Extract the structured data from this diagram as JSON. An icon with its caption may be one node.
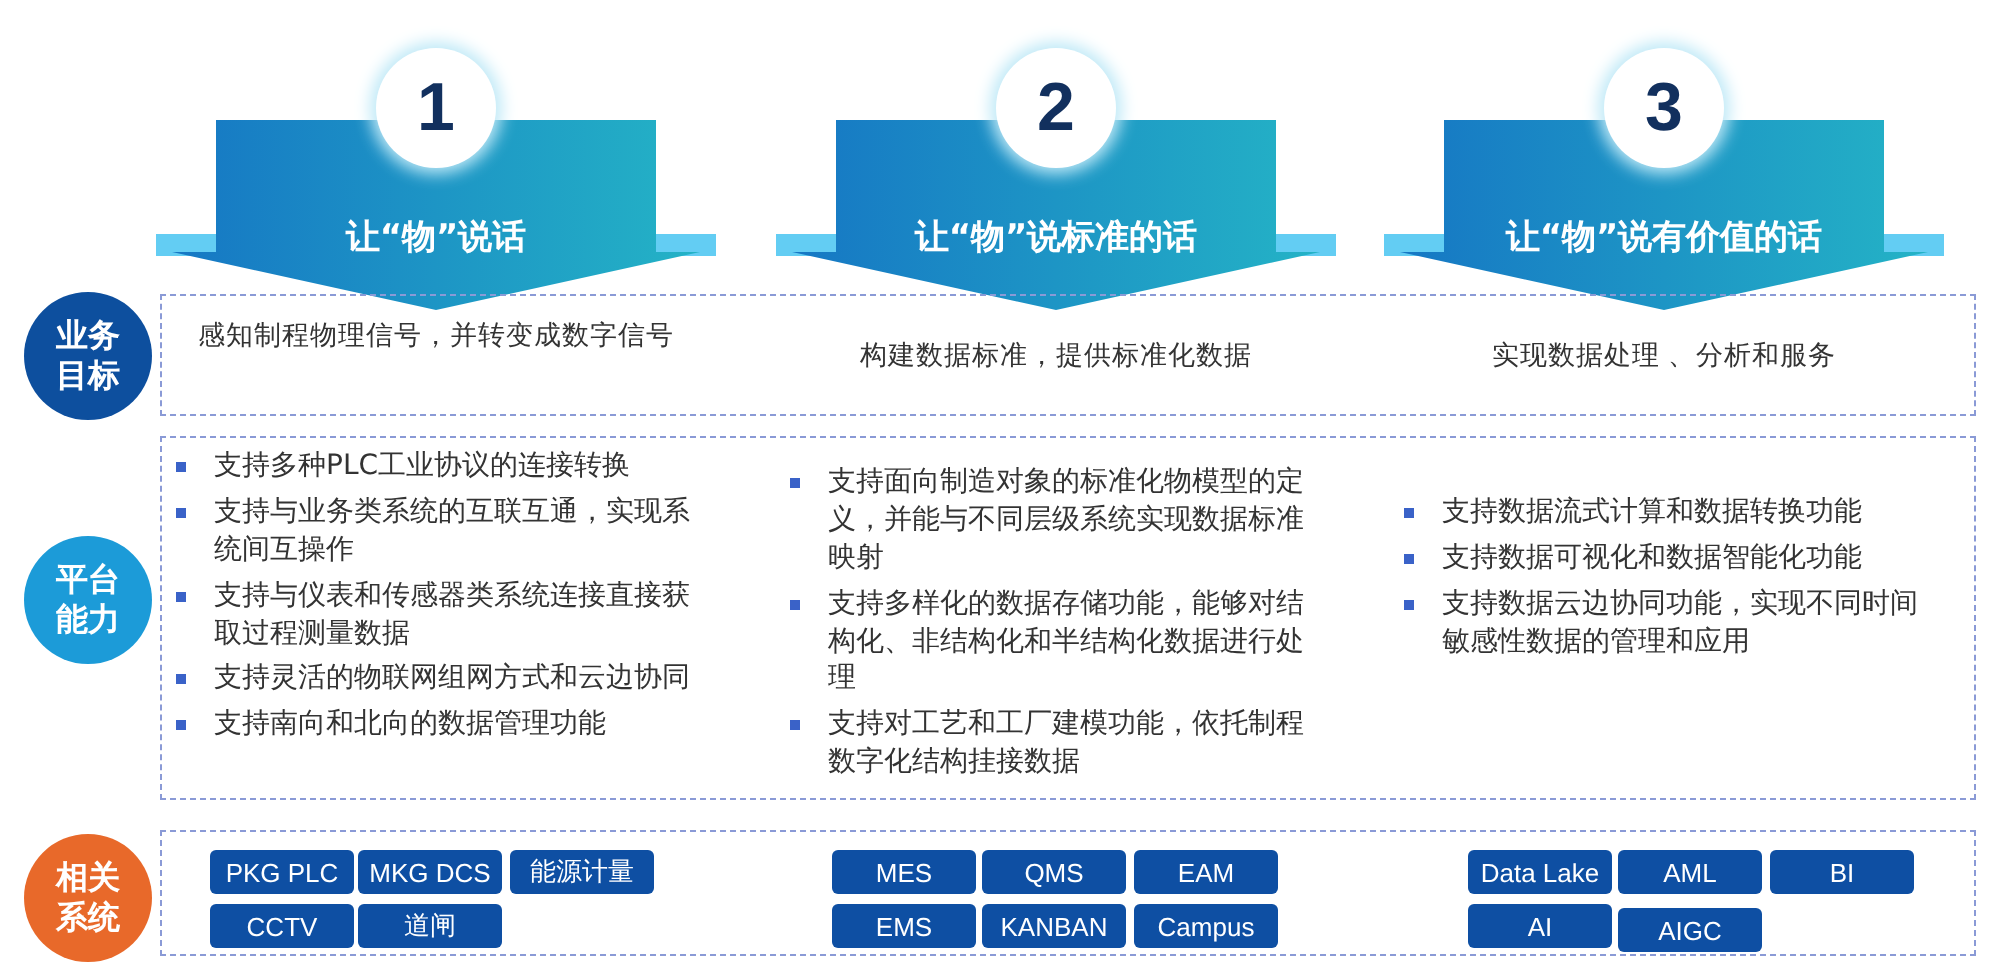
{
  "diagram": {
    "nodes": [
      {
        "text": [
          "让“物”说话"
        ]
      },
      {
        "text": [
          "让“物”说标准的话"
        ]
      },
      {
        "text": [
          "让“物”说有价值的话"
        ]
      },
      {
        "text": [],
        "shape": "box"
      },
      {
        "text": [],
        "shape": "box"
      },
      {
        "text": [],
        "shape": "box"
      },
      {
        "text": [
          "业务目标"
        ]
      },
      {
        "text": [
          "平台能力"
        ]
      },
      {
        "text": [
          "相关系统"
        ]
      },
      {
        "text": [
          "PKG PLC"
        ],
        "in": 5
      },
      {
        "text": [
          "MKG DCS"
        ],
        "in": 5
      },
      {
        "text": [
          "能源计量"
        ],
        "in": 5
      },
      {
        "text": [
          "CCTV"
        ],
        "in": 5
      },
      {
        "text": [
          "道闸"
        ],
        "in": 5
      },
      {
        "text": [
          "MES"
        ],
        "in": 5
      },
      {
        "text": [
          "QMS"
        ],
        "in": 5
      },
      {
        "text": [
          "EAM"
        ],
        "in": 5
      },
      {
        "text": [
          "EMS"
        ],
        "in": 5
      },
      {
        "text": [
          "KANBAN"
        ],
        "in": 5
      },
      {
        "text": [
          "Campus"
        ],
        "in": 5
      },
      {
        "text": [
          "Data Lake"
        ],
        "in": 5
      },
      {
        "text": [
          "AML"
        ],
        "in": 5
      },
      {
        "text": [
          "BI"
        ],
        "in": 5
      },
      {
        "text": [
          "AI"
        ],
        "in": 5
      },
      {
        "text": [
          "AIGC"
        ],
        "in": 5
      },
      {
        "text": [
          "1"
        ]
      },
      {
        "text": [
          "2"
        ]
      },
      {
        "text": [
          "3"
        ]
      }
    ],
    "labels": [
      "感知制程物理信号，并转变成数字信号",
      "构建数据标准，提供标准化数据",
      "实现数据处理 、分析和服务",
      "支持多种PLC工业协议的连接转换",
      "支持与业务类系统的互联互通，实现系统间互操作",
      "支持与仪表和传感器类系统连接直接获取过程测量数据",
      "支持灵活的物联网组网方式和云边协同",
      "支持南向和北向的数据管理功能",
      "支持面向制造对象的标准化物模型的定义，并能与不同层级系统实现数据标准映射",
      "支持多样化的数据存储功能，能够对结构化、非结构化和半结构化数据进行处理",
      "支持对工艺和工厂建模功能，依托制程数字化结构挂接数据",
      "支持数据流式计算和数据转换功能",
      "支持数据可视化和数据智能化功能",
      "支持数据云边协同功能，实现不同时间敏感性数据的管理和应用"
    ]
  }
}
